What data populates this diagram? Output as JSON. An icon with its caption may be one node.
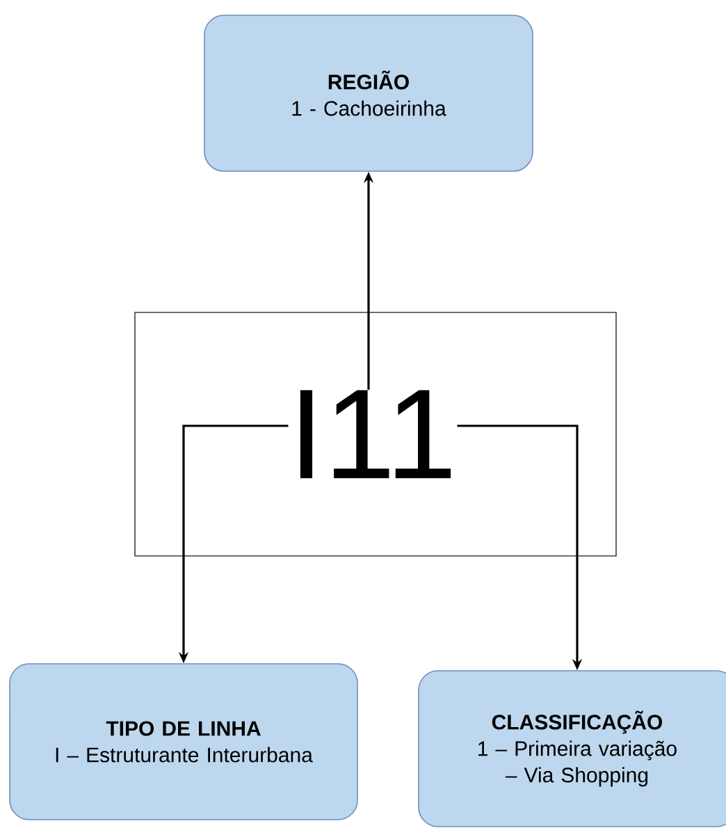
{
  "diagram": {
    "nodes": [
      {
        "text": [
          "REGIÃO",
          "1 - Cachoeirinha"
        ]
      },
      {
        "text": [
          "I11"
        ]
      },
      {
        "text": [
          "TIPO DE LINHA",
          "I – Estruturante Interurbana"
        ]
      },
      {
        "text": [
          "CLASSIFICAÇÃO",
          "1 – Primeira variação – Via Shopping"
        ]
      }
    ],
    "edges": [
      {
        "from": 1,
        "to": 0,
        "arrow": "to"
      },
      {
        "from": 1,
        "to": 2,
        "arrow": "to"
      },
      {
        "from": 1,
        "to": 3,
        "arrow": "to"
      }
    ]
  }
}
